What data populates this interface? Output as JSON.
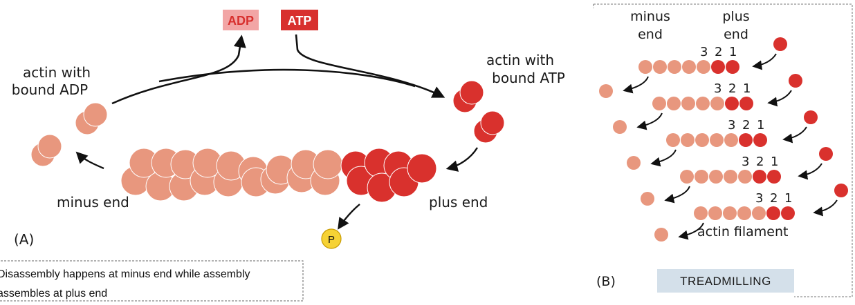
{
  "panel_a": {
    "label": "(A)",
    "adp_badge": "ADP",
    "atp_badge": "ATP",
    "actin_adp_line1": "actin with",
    "actin_adp_line2": "bound ADP",
    "actin_atp_line1": "actin with",
    "actin_atp_line2": "bound ATP",
    "minus_end": "minus end",
    "plus_end": "plus end",
    "phosphate": "P"
  },
  "panel_b": {
    "label": "(B)",
    "minus_end_line1": "minus",
    "minus_end_line2": "end",
    "plus_end_line1": "plus",
    "plus_end_line2": "end",
    "subunit_numbers": [
      "3",
      "2",
      "1"
    ],
    "filament_label": "actin filament",
    "title": "TREADMILLING"
  },
  "caption": {
    "line1": "Disassembly happens at minus end while assembly",
    "line2": "assembles at plus end"
  },
  "colors": {
    "adp_actin": "#e8977e",
    "atp_actin": "#d9312d",
    "adp_badge_bg": "#f2a5a5",
    "atp_badge_bg": "#d8302e",
    "phosphate_fill": "#f6d235",
    "treadmill_bg": "#d4e0ea"
  }
}
